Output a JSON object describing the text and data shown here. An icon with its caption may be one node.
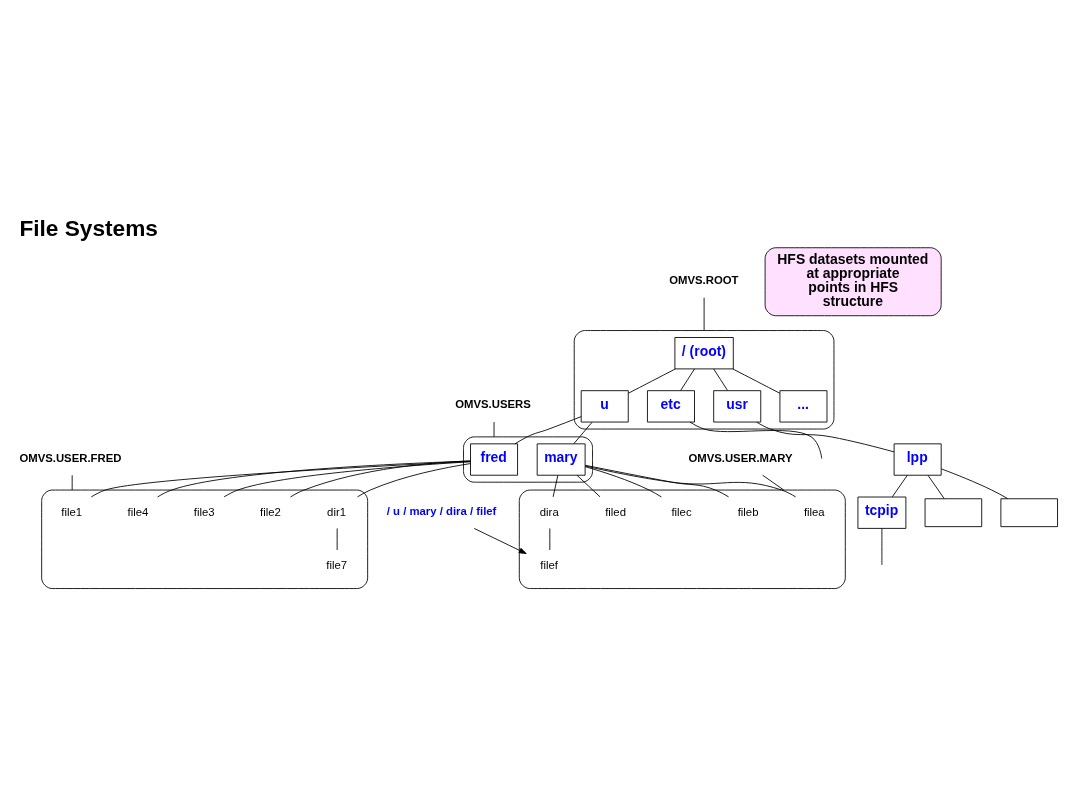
{
  "diagram": {
    "title": "File Systems",
    "nodes": [
      {
        "text": [],
        "shape": "box"
      },
      {
        "text": [
          "/ (root)"
        ],
        "in": 0
      },
      {
        "text": [
          "u"
        ],
        "in": 0
      },
      {
        "text": [
          "etc"
        ],
        "in": 0
      },
      {
        "text": [
          "usr"
        ],
        "in": 0
      },
      {
        "text": [
          "..."
        ],
        "in": 0
      },
      {
        "text": [],
        "shape": "box"
      },
      {
        "text": [
          "fred"
        ],
        "in": 6
      },
      {
        "text": [
          "mary"
        ],
        "in": 6
      },
      {
        "text": [],
        "shape": "box"
      },
      {
        "text": [
          "file1"
        ],
        "in": 9
      },
      {
        "text": [
          "file2"
        ],
        "in": 9
      },
      {
        "text": [
          "file3"
        ],
        "in": 9
      },
      {
        "text": [
          "file4"
        ],
        "in": 9
      },
      {
        "text": [
          "dir1"
        ],
        "in": 9
      },
      {
        "text": [
          "file7"
        ],
        "in": 9
      },
      {
        "text": [],
        "shape": "box"
      },
      {
        "text": [
          "filea"
        ],
        "in": 16
      },
      {
        "text": [
          "fileb"
        ],
        "in": 16
      },
      {
        "text": [
          "filec"
        ],
        "in": 16
      },
      {
        "text": [
          "filed"
        ],
        "in": 16
      },
      {
        "text": [
          "dira"
        ],
        "in": 16
      },
      {
        "text": [
          "filef"
        ],
        "in": 16
      },
      {
        "text": [
          "lpp"
        ]
      },
      {
        "text": [
          "tcpip"
        ]
      },
      {
        "text": [],
        "shape": "box"
      },
      {
        "text": [],
        "shape": "box"
      },
      {
        "text": [
          "HFS datasets mounted at appropriate points in HFS structure"
        ]
      },
      {
        "text": [
          "OMVS.ROOT"
        ]
      },
      {
        "text": [
          "OMVS.USERS"
        ]
      },
      {
        "text": [
          "OMVS.USER.FRED"
        ]
      },
      {
        "text": [
          "OMVS.USER.MARY"
        ]
      },
      {
        "text": [
          "/ u / mary / dira / filef"
        ]
      }
    ],
    "edges": [
      {
        "from": 1,
        "to": 2,
        "arrow": "none"
      },
      {
        "from": 1,
        "to": 3,
        "arrow": "none"
      },
      {
        "from": 1,
        "to": 4,
        "arrow": "none"
      },
      {
        "from": 1,
        "to": 5,
        "arrow": "none"
      },
      {
        "from": 2,
        "to": 7,
        "arrow": "none"
      },
      {
        "from": 2,
        "to": 8,
        "arrow": "none"
      },
      {
        "from": 3,
        "to": null,
        "arrow": "none"
      },
      {
        "from": 4,
        "to": 23,
        "arrow": "none"
      },
      {
        "from": 7,
        "to": 10,
        "arrow": "none"
      },
      {
        "from": 7,
        "to": 11,
        "arrow": "none"
      },
      {
        "from": 7,
        "to": 12,
        "arrow": "none"
      },
      {
        "from": 7,
        "to": 13,
        "arrow": "none"
      },
      {
        "from": 7,
        "to": 14,
        "arrow": "none"
      },
      {
        "from": 14,
        "to": 15,
        "arrow": "none"
      },
      {
        "from": 8,
        "to": 17,
        "arrow": "none"
      },
      {
        "from": 8,
        "to": 18,
        "arrow": "none"
      },
      {
        "from": 8,
        "to": 19,
        "arrow": "none"
      },
      {
        "from": 8,
        "to": 20,
        "arrow": "none"
      },
      {
        "from": 8,
        "to": 21,
        "arrow": "none"
      },
      {
        "from": 21,
        "to": 22,
        "arrow": "none"
      },
      {
        "from": 23,
        "to": 24,
        "arrow": "none"
      },
      {
        "from": 23,
        "to": 25,
        "arrow": "none"
      },
      {
        "from": 23,
        "to": 26,
        "arrow": "none"
      },
      {
        "from": 24,
        "to": null,
        "arrow": "none"
      },
      {
        "from": 28,
        "to": 0,
        "arrow": "none"
      },
      {
        "from": 29,
        "to": 6,
        "arrow": "none"
      },
      {
        "from": 30,
        "to": 9,
        "arrow": "none"
      },
      {
        "from": 31,
        "to": 16,
        "arrow": "none"
      },
      {
        "from": 32,
        "to": 22,
        "arrow": "to"
      }
    ]
  }
}
